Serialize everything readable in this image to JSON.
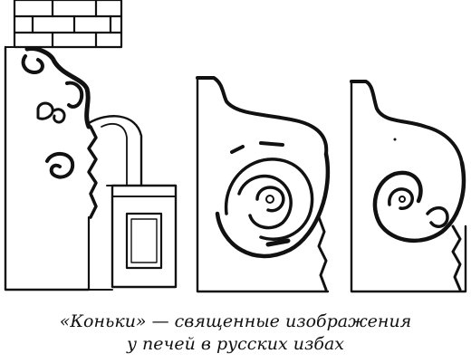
{
  "caption": {
    "line1": "«Коньки» — священные изображения",
    "line2": "у печей в русских избах"
  },
  "figure": {
    "panels": [
      "panel-1",
      "panel-2",
      "panel-3"
    ],
    "ink_color": "#111111",
    "paper_color": "#ffffff"
  }
}
